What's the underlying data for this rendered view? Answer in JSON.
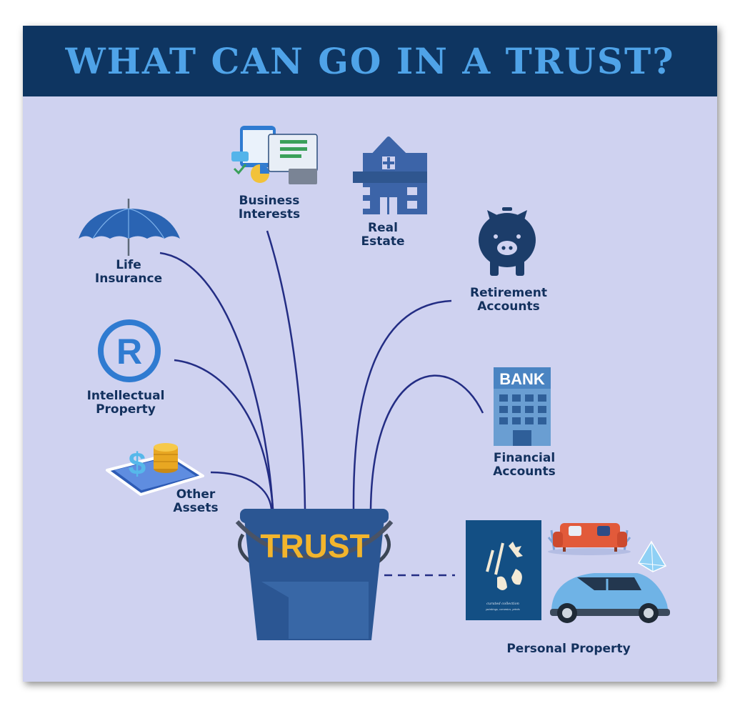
{
  "title": "WHAT CAN GO IN A TRUST?",
  "colors": {
    "header_bg": "#0e3561",
    "title_text": "#4fa3e8",
    "panel_bg": "#cfd2f0",
    "label_text": "#13315e",
    "connector": "#232d84",
    "bucket": "#2b5693",
    "bucket_text": "#f2b52d"
  },
  "bucket_label": "TRUST",
  "items": {
    "life_insurance": {
      "line1": "Life",
      "line2": "Insurance",
      "icon": "umbrella-icon"
    },
    "business_interests": {
      "line1": "Business",
      "line2": "Interests",
      "icon": "dashboard-icon"
    },
    "real_estate": {
      "line1": "Real",
      "line2": "Estate",
      "icon": "building-icon"
    },
    "retirement_accounts": {
      "line1": "Retirement",
      "line2": "Accounts",
      "icon": "piggy-bank-icon"
    },
    "intellectual_property": {
      "line1": "Intellectual",
      "line2": "Property",
      "icon": "registered-trademark-icon"
    },
    "financial_accounts": {
      "line1": "Financial",
      "line2": "Accounts",
      "icon": "bank-icon",
      "sign": "BANK"
    },
    "other_assets": {
      "line1": "Other",
      "line2": "Assets",
      "icon": "money-coins-icon"
    },
    "personal_property": {
      "label": "Personal Property",
      "icons": [
        "art-book-icon",
        "sofa-icon",
        "diamond-icon",
        "car-icon"
      ]
    }
  },
  "art_book": {
    "line1": "curated collection",
    "line2": "paintings, ceramics, prints"
  }
}
